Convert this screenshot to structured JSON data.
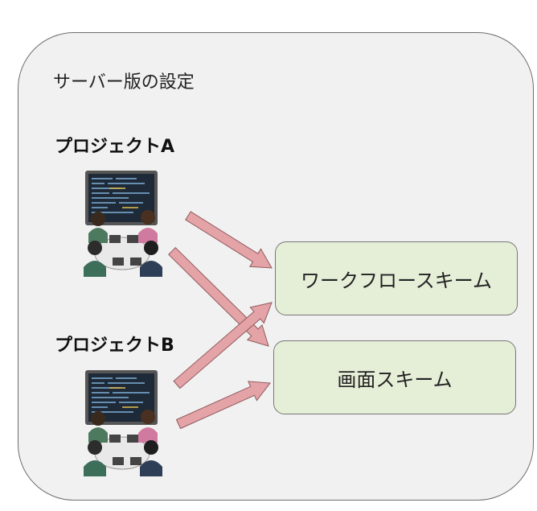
{
  "container": {
    "title": "サーバー版の設定"
  },
  "projects": [
    {
      "label": "プロジェクトA",
      "illustration": "team-at-computer-icon"
    },
    {
      "label": "プロジェクトB",
      "illustration": "team-at-computer-icon"
    }
  ],
  "schemes": [
    {
      "label": "ワークフロースキーム"
    },
    {
      "label": "画面スキーム"
    }
  ],
  "colors": {
    "container_bg": "#f1f1f1",
    "scheme_bg": "#e5eed7",
    "arrow_fill": "#e4a3a6",
    "arrow_stroke": "#8f5a5d"
  }
}
